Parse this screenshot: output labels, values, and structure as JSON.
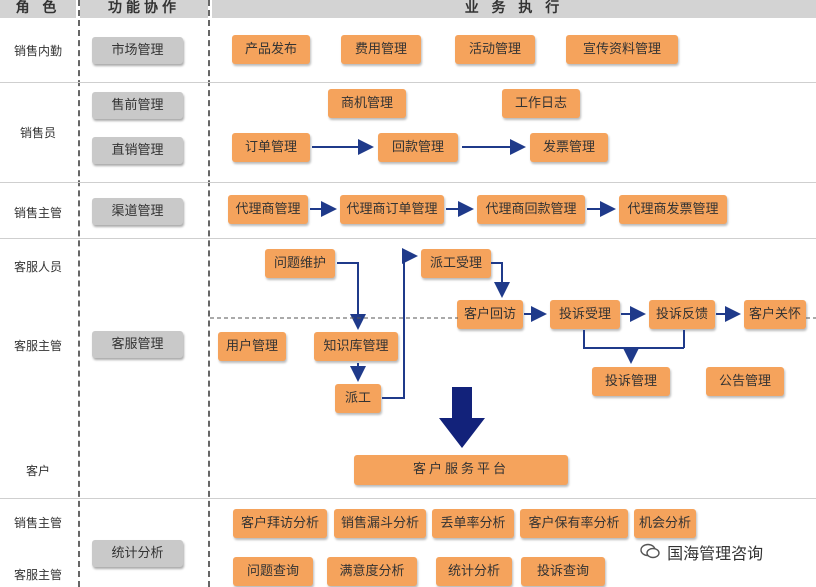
{
  "header": {
    "role": "角 色",
    "function": "功能协作",
    "business": "业 务 执 行"
  },
  "roles": [
    "销售内勤",
    "销售员",
    "销售主管",
    "客服人员",
    "客服主管",
    "客户",
    "销售主管",
    "客服主管"
  ],
  "functions": [
    "市场管理",
    "售前管理",
    "直销管理",
    "渠道管理",
    "客服管理",
    "统计分析"
  ],
  "tasks": {
    "row1": [
      "产品发布",
      "费用管理",
      "活动管理",
      "宣传资料管理"
    ],
    "row2": [
      "商机管理",
      "工作日志",
      "订单管理",
      "回款管理",
      "发票管理"
    ],
    "row3": [
      "代理商管理",
      "代理商订单管理",
      "代理商回款管理",
      "代理商发票管理"
    ],
    "service": [
      "问题维护",
      "派工受理",
      "客户回访",
      "投诉受理",
      "投诉反馈",
      "客户关怀",
      "用户管理",
      "知识库管理",
      "派工",
      "投诉管理",
      "公告管理"
    ],
    "platform": "客户服务平台",
    "analysis": [
      "客户拜访分析",
      "销售漏斗分析",
      "丢单率分析",
      "客户保有率分析",
      "机会分析",
      "问题查询",
      "满意度分析",
      "统计分析",
      "投诉查询"
    ]
  },
  "watermark": {
    "icon": "wechat-icon",
    "text": "国海管理咨询"
  }
}
